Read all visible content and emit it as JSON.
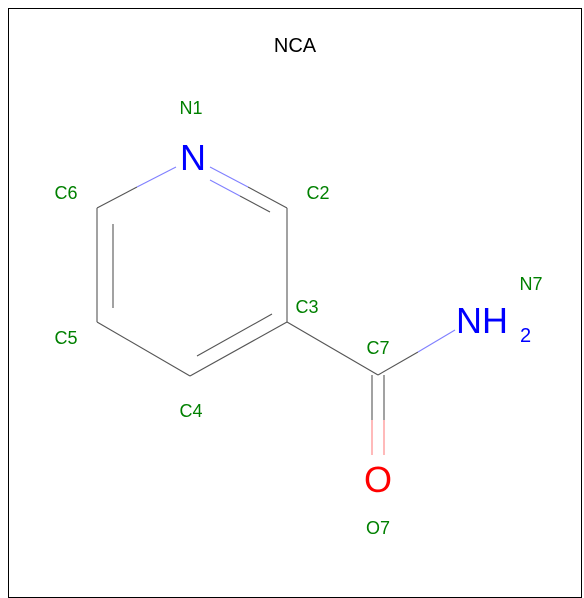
{
  "title": "NCA",
  "colors": {
    "carbon_bond": "#555555",
    "nitrogen": "#0000ff",
    "oxygen": "#ff0000",
    "label": "#008000",
    "bond_n": "#8080ff",
    "bond_o": "#ff8080"
  },
  "atoms": {
    "n1": {
      "element": "N",
      "label": "N1"
    },
    "c2": {
      "label": "C2"
    },
    "c3": {
      "label": "C3"
    },
    "c4": {
      "label": "C4"
    },
    "c5": {
      "label": "C5"
    },
    "c6": {
      "label": "C6"
    },
    "c7": {
      "label": "C7"
    },
    "n7": {
      "element": "NH",
      "subscript": "2",
      "label": "N7"
    },
    "o7": {
      "element": "O",
      "label": "O7"
    }
  }
}
